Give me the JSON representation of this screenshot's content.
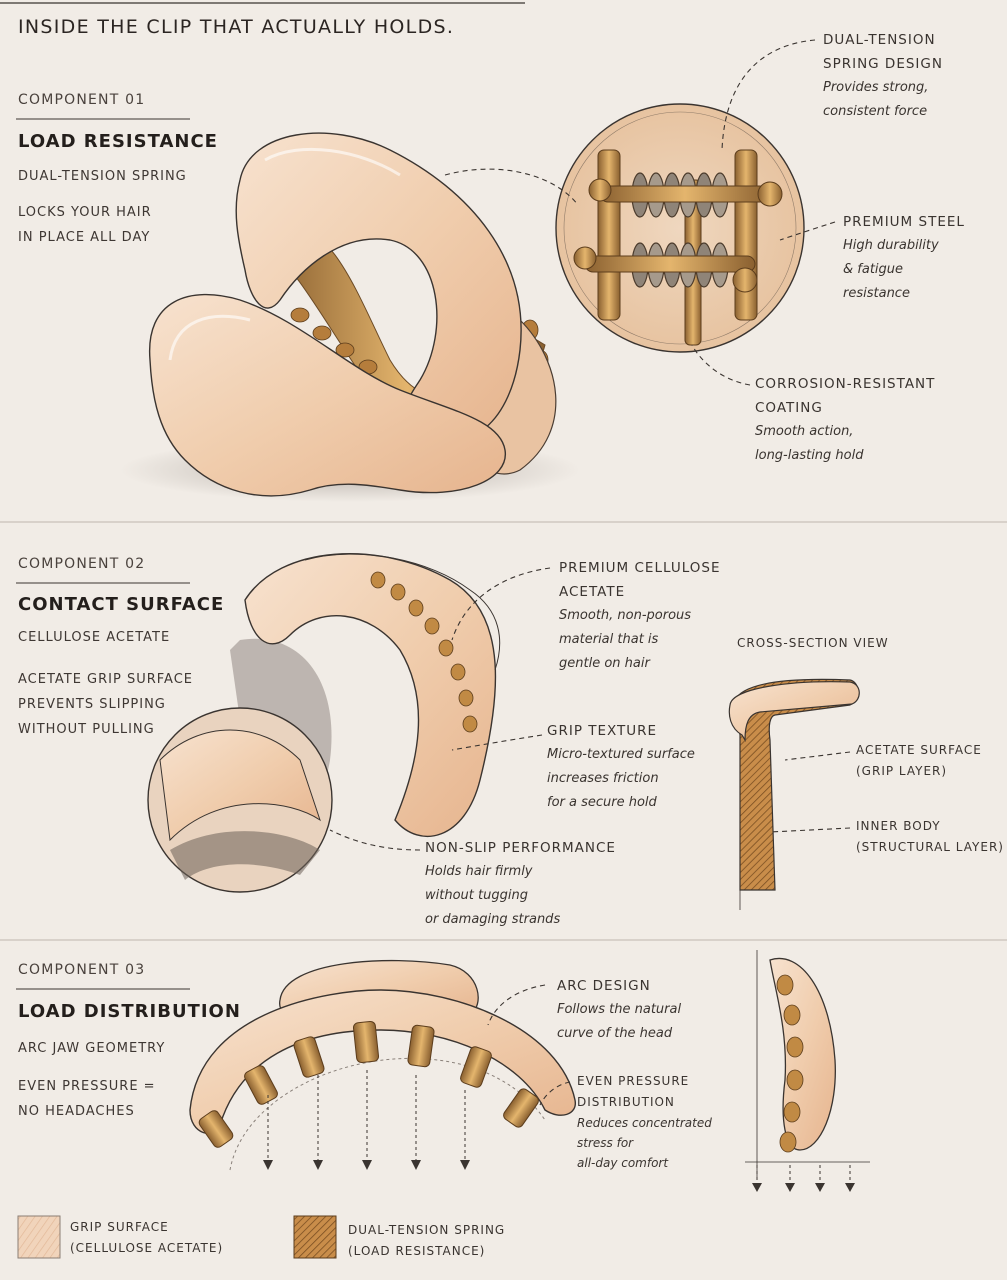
{
  "header": {
    "title": "INSIDE THE CLIP THAT ACTUALLY HOLDS."
  },
  "component1": {
    "label": "COMPONENT 01",
    "title": "LOAD RESISTANCE",
    "subtitle": "DUAL-TENSION SPRING",
    "desc_line1": "LOCKS YOUR HAIR",
    "desc_line2": "IN PLACE ALL DAY",
    "callouts": {
      "spring_h1": "DUAL-TENSION",
      "spring_h2": "SPRING DESIGN",
      "spring_b1": "Provides strong,",
      "spring_b2": "consistent force",
      "steel_h": "PREMIUM STEEL",
      "steel_b1": "High durability",
      "steel_b2": "& fatigue",
      "steel_b3": "resistance",
      "coat_h1": "CORROSION-RESISTANT",
      "coat_h2": "COATING",
      "coat_b1": "Smooth action,",
      "coat_b2": "long-lasting hold"
    }
  },
  "component2": {
    "label": "COMPONENT 02",
    "title": "CONTACT SURFACE",
    "subtitle": "CELLULOSE ACETATE",
    "desc_line1": "ACETATE GRIP SURFACE",
    "desc_line2": "PREVENTS SLIPPING",
    "desc_line3": "WITHOUT PULLING",
    "callouts": {
      "acetate_h1": "PREMIUM CELLULOSE",
      "acetate_h2": "ACETATE",
      "acetate_b1": "Smooth, non-porous",
      "acetate_b2": "material that is",
      "acetate_b3": "gentle on hair",
      "grip_h": "GRIP TEXTURE",
      "grip_b1": "Micro-textured surface",
      "grip_b2": "increases friction",
      "grip_b3": "for a secure hold",
      "nonslip_h": "NON-SLIP PERFORMANCE",
      "nonslip_b1": "Holds hair firmly",
      "nonslip_b2": "without tugging",
      "nonslip_b3": "or damaging strands"
    },
    "cross_section": {
      "title": "CROSS-SECTION VIEW",
      "surface_h1": "ACETATE SURFACE",
      "surface_h2": "(GRIP LAYER)",
      "inner_h1": "INNER BODY",
      "inner_h2": "(STRUCTURAL LAYER)"
    }
  },
  "component3": {
    "label": "COMPONENT 03",
    "title": "LOAD DISTRIBUTION",
    "subtitle": "ARC JAW GEOMETRY",
    "desc_line1": "EVEN PRESSURE =",
    "desc_line2": "NO HEADACHES",
    "callouts": {
      "arc_h": "ARC DESIGN",
      "arc_b1": "Follows the natural",
      "arc_b2": "curve of the head",
      "even_h1": "EVEN PRESSURE",
      "even_h2": "DISTRIBUTION",
      "even_b1": "Reduces concentrated",
      "even_b2": "stress for",
      "even_b3": "all-day comfort"
    }
  },
  "legend": {
    "grip_l1": "GRIP SURFACE",
    "grip_l2": "(CELLULOSE ACETATE)",
    "spring_l1": "DUAL-TENSION SPRING",
    "spring_l2": "(LOAD RESISTANCE)"
  },
  "colors": {
    "background": "#f1ece6",
    "acetate": "#f2d3b6",
    "acetate_shade": "#e3b08a",
    "spring_gold": "#c8954f",
    "spring_dark": "#8a6030",
    "ink": "#3a3430"
  }
}
